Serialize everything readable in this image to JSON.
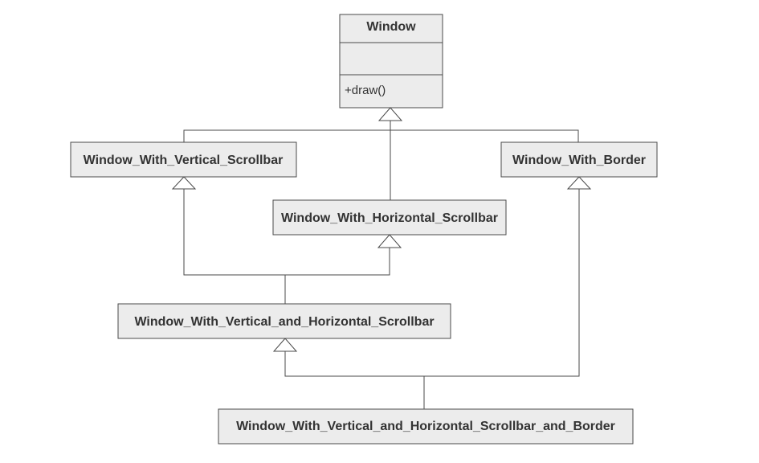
{
  "colors": {
    "box_fill": "#ececec",
    "stroke": "#4a4a4a",
    "text": "#333333",
    "background": "#ffffff"
  },
  "classes": {
    "window": {
      "name": "Window",
      "attributes": "",
      "methods": "+draw()"
    },
    "vertical": {
      "name": "Window_With_Vertical_Scrollbar"
    },
    "horizontal": {
      "name": "Window_With_Horizontal_Scrollbar"
    },
    "border": {
      "name": "Window_With_Border"
    },
    "vert_horiz": {
      "name": "Window_With_Vertical_and_Horizontal_Scrollbar"
    },
    "vert_horiz_border": {
      "name": "Window_With_Vertical_and_Horizontal_Scrollbar_and_Border"
    }
  },
  "relations": [
    {
      "type": "inheritance",
      "from": "vertical",
      "to": "window"
    },
    {
      "type": "inheritance",
      "from": "horizontal",
      "to": "window"
    },
    {
      "type": "inheritance",
      "from": "border",
      "to": "window"
    },
    {
      "type": "inheritance",
      "from": "vert_horiz",
      "to": "vertical"
    },
    {
      "type": "inheritance",
      "from": "vert_horiz",
      "to": "horizontal"
    },
    {
      "type": "inheritance",
      "from": "vert_horiz_border",
      "to": "vert_horiz"
    },
    {
      "type": "inheritance",
      "from": "vert_horiz_border",
      "to": "border"
    }
  ]
}
